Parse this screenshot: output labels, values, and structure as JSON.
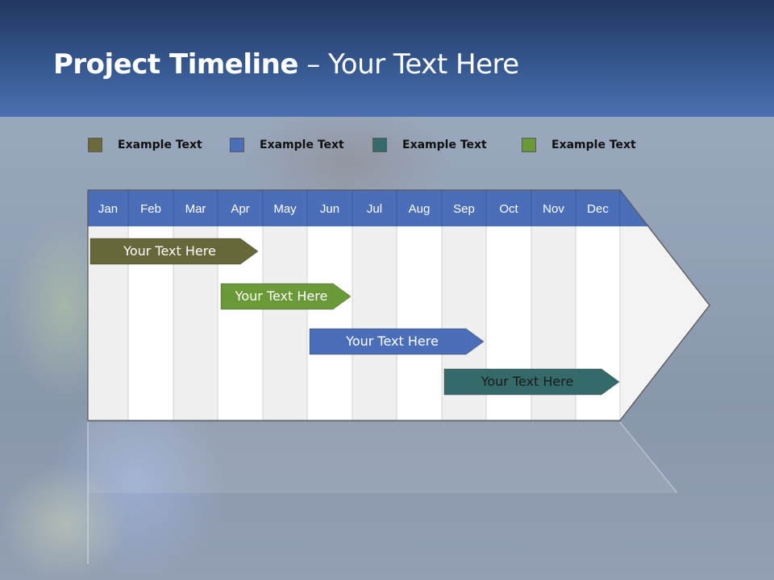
{
  "slide": {
    "title_bold": "Project Timeline",
    "title_rest": " – Your Text Here"
  },
  "legend": [
    {
      "label": "Example Text",
      "color": "#6b6a38"
    },
    {
      "label": "Example Text",
      "color": "#4a6fb8"
    },
    {
      "label": "Example Text",
      "color": "#356a6a"
    },
    {
      "label": "Example Text",
      "color": "#6a9a38"
    }
  ],
  "timeline": {
    "months": [
      "Jan",
      "Feb",
      "Mar",
      "Apr",
      "May",
      "Jun",
      "Jul",
      "Aug",
      "Sep",
      "Oct",
      "Nov",
      "Dec"
    ],
    "header_color": "#4a6fb8",
    "tasks": [
      {
        "label": "Your  Text Here",
        "color": "#66683a"
      },
      {
        "label": "Your  Text Here",
        "color": "#6a9a38"
      },
      {
        "label": "Your  Text Here",
        "color": "#4a6fb8"
      },
      {
        "label": "Your  Text Here",
        "color": "#356a6a"
      }
    ]
  }
}
